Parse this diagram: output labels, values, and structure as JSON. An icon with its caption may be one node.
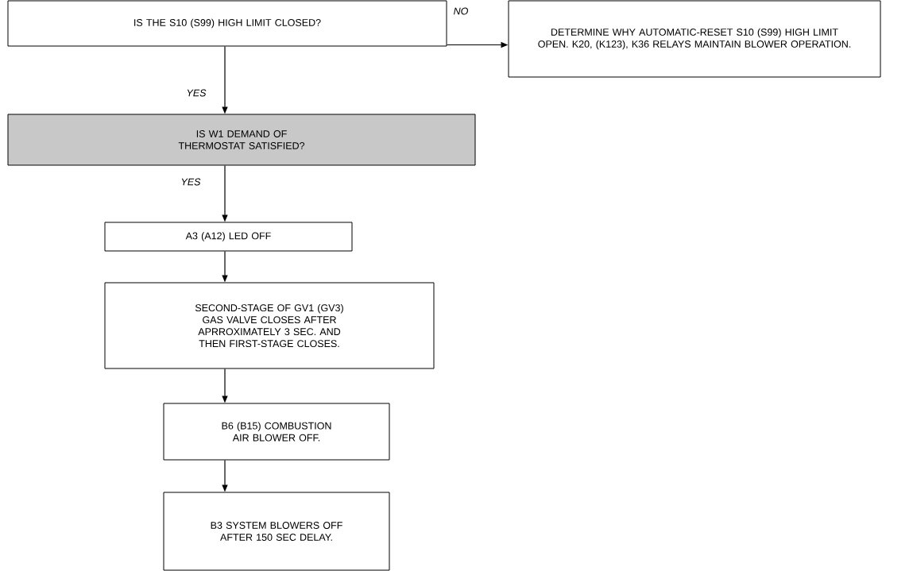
{
  "diagram": {
    "nodes": [
      {
        "text": [
          "IS THE S10 (S99) HIGH LIMIT CLOSED?"
        ]
      },
      {
        "text": [
          "DETERMINE WHY AUTOMATIC-RESET S10 (S99) HIGH LIMIT OPEN. K20, (K123), K36 RELAYS MAINTAIN BLOWER OPERATION."
        ]
      },
      {
        "text": [
          "IS W1 DEMAND OF THERMOSTAT SATISFIED?"
        ]
      },
      {
        "text": [
          "A3 (A12) LED OFF"
        ]
      },
      {
        "text": [
          "SECOND-STAGE OF GV1 (GV3) GAS VALVE CLOSES AFTER APRROXIMATELY 3 SEC. AND THEN FIRST-STAGE CLOSES."
        ]
      },
      {
        "text": [
          "B6 (B15) COMBUSTION AIR BLOWER OFF."
        ]
      },
      {
        "text": [
          "B3 SYSTEM BLOWERS OFF AFTER 150 SEC DELAY."
        ]
      }
    ],
    "edges": [
      {
        "from": 0,
        "to": 1,
        "arrow": "to",
        "label": "NO"
      },
      {
        "from": 0,
        "to": 2,
        "arrow": "to",
        "label": "YES"
      },
      {
        "from": 2,
        "to": 3,
        "arrow": "to",
        "label": "YES"
      },
      {
        "from": 3,
        "to": 4,
        "arrow": "to"
      },
      {
        "from": 4,
        "to": 5,
        "arrow": "to"
      },
      {
        "from": 5,
        "to": 6,
        "arrow": "to"
      }
    ]
  }
}
